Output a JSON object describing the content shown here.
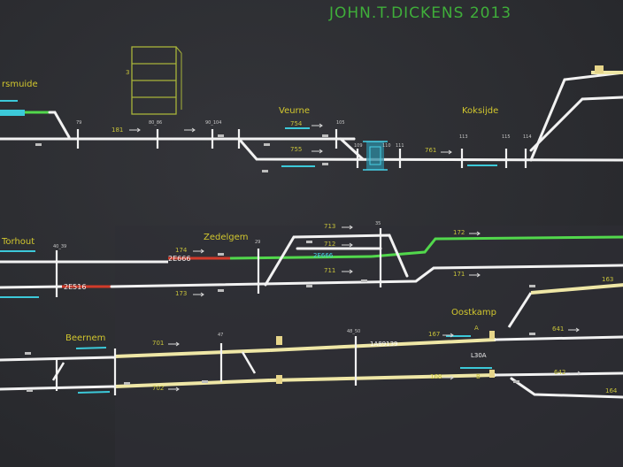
{
  "watermark": "JOHN.T.DICKENS 2013",
  "stations": {
    "s1": "rsmuide",
    "s2": "Veurne",
    "s3": "Koksijde",
    "s4": "Torhout",
    "s5": "Zedelgem",
    "s6": "Beernem",
    "s7": "Oostkamp"
  },
  "widget": {
    "label": "3"
  },
  "trains": {
    "t1": "2E666",
    "t2": "2E516",
    "t3": "2E666",
    "t4": "1A89139",
    "t5": "L30A"
  },
  "tracks": {
    "a1": "181",
    "a2": "754",
    "a3": "755",
    "a4": "761",
    "b1": "174",
    "b2": "173",
    "b3": "713",
    "b4": "712",
    "b5": "711",
    "b6": "172",
    "b7": "171",
    "c1": "701",
    "c2": "702",
    "c3": "167",
    "c4": "168",
    "c5": "A",
    "c6": "B",
    "c7": "641",
    "c8": "642",
    "c9": "163",
    "c10": "164"
  },
  "signals": {
    "g1": "79",
    "g2": "80_86",
    "g3": "90_104",
    "g4": "105",
    "g5": "109",
    "g6": "110",
    "g7": "111",
    "g8": "113",
    "g9": "115",
    "g10": "114",
    "g11": "40_39",
    "g12": "29",
    "g13": "35",
    "g14": "47",
    "g15": "48_50"
  },
  "colors": {
    "track": "#f2f2f2",
    "route_green": "#52d84c",
    "occupied_red": "#d23b2a",
    "occupied_cream": "#efe7a6",
    "platform_cyan": "#3cc9d9",
    "text_yellow": "#d2c72e",
    "label_cyan": "#46d2e8",
    "panel_bg": "#2c2d31",
    "watermark": "#3fae3a"
  }
}
